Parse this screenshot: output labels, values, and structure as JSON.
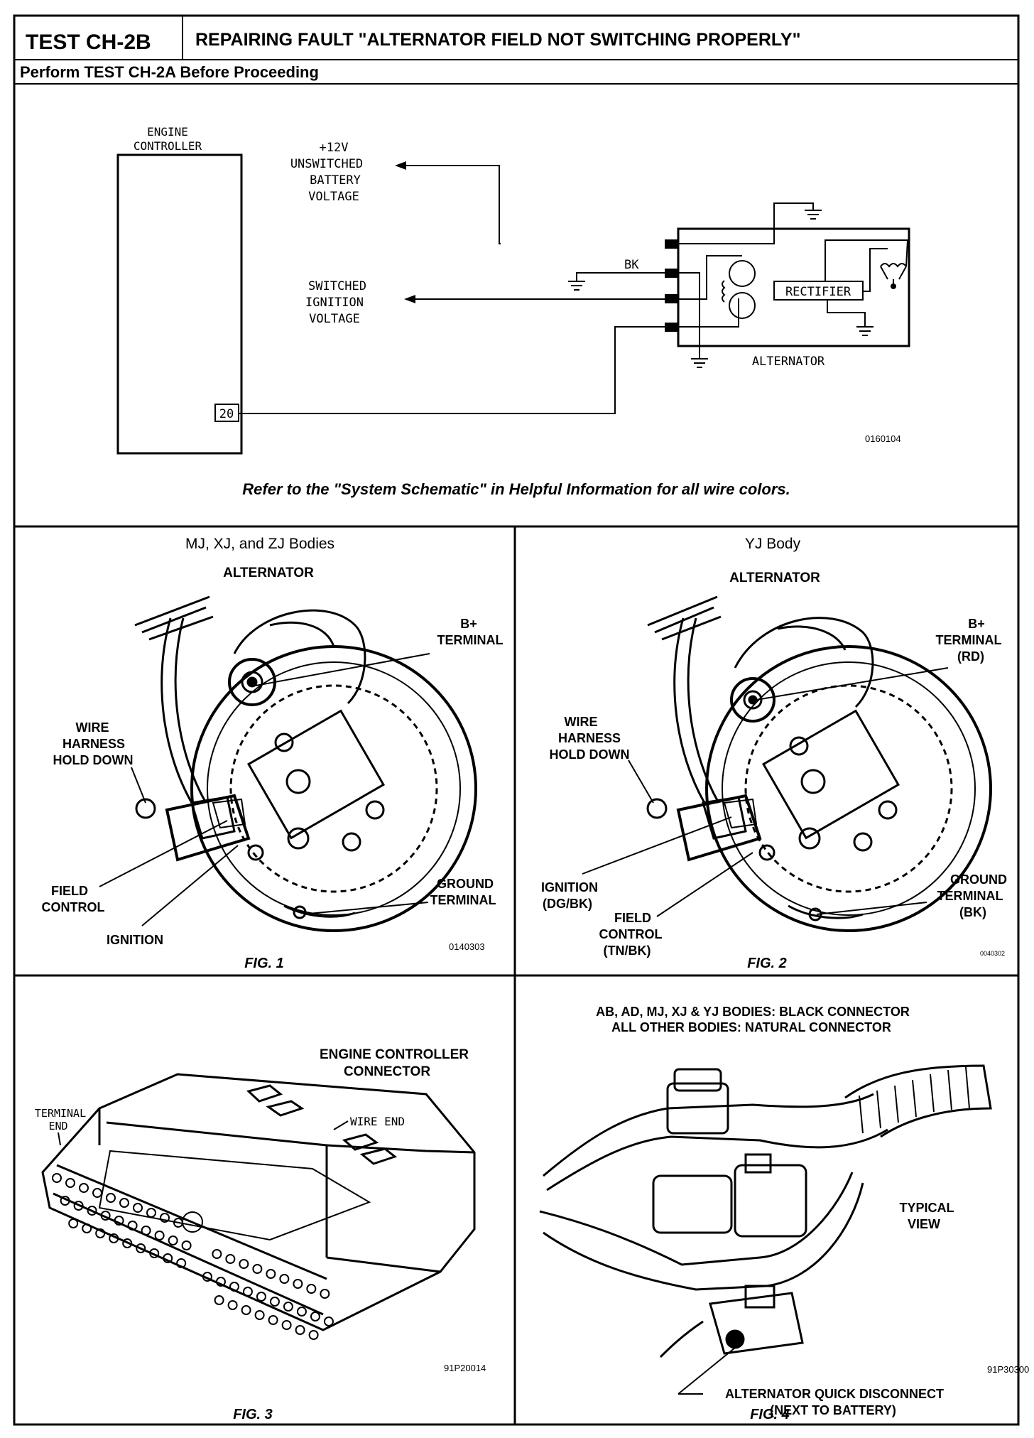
{
  "header": {
    "test_id": "TEST CH-2B",
    "title": "REPAIRING FAULT \"ALTERNATOR FIELD NOT SWITCHING PROPERLY\"",
    "subtitle": "Perform TEST CH-2A Before Proceeding"
  },
  "schematic": {
    "controller_label_1": "ENGINE",
    "controller_label_2": "CONTROLLER",
    "batt_1": "+12V",
    "batt_2": "UNSWITCHED",
    "batt_3": "BATTERY",
    "batt_4": "VOLTAGE",
    "ign_1": "SWITCHED",
    "ign_2": "IGNITION",
    "ign_3": "VOLTAGE",
    "bk": "BK",
    "rectifier": "RECTIFIER",
    "alternator": "ALTERNATOR",
    "pin": "20",
    "figure_code": "0160104",
    "note": "Refer to the \"System Schematic\" in Helpful Information for all wire colors."
  },
  "fig1": {
    "heading": "MJ, XJ, and ZJ Bodies",
    "alternator": "ALTERNATOR",
    "bplus_1": "B+",
    "bplus_2": "TERMINAL",
    "wire_1": "WIRE",
    "wire_2": "HARNESS",
    "wire_3": "HOLD DOWN",
    "field_1": "FIELD",
    "field_2": "CONTROL",
    "ignition": "IGNITION",
    "ground_1": "GROUND",
    "ground_2": "TERMINAL",
    "code": "0140303",
    "caption": "FIG. 1"
  },
  "fig2": {
    "heading": "YJ Body",
    "alternator": "ALTERNATOR",
    "bplus_1": "B+",
    "bplus_2": "TERMINAL",
    "bplus_3": "(RD)",
    "wire_1": "WIRE",
    "wire_2": "HARNESS",
    "wire_3": "HOLD DOWN",
    "ign_1": "IGNITION",
    "ign_2": "(DG/BK)",
    "field_1": "FIELD",
    "field_2": "CONTROL",
    "field_3": "(TN/BK)",
    "ground_1": "GROUND",
    "ground_2": "TERMINAL",
    "ground_3": "(BK)",
    "code": "0040302",
    "caption": "FIG. 2"
  },
  "fig3": {
    "label_1": "ENGINE CONTROLLER",
    "label_2": "CONNECTOR",
    "term_1": "TERMINAL",
    "term_2": "END",
    "wire_end": "WIRE END",
    "code": "91P20014",
    "caption": "FIG. 3"
  },
  "fig4": {
    "heading_1": "AB, AD, MJ, XJ & YJ BODIES: BLACK CONNECTOR",
    "heading_2": "ALL OTHER BODIES: NATURAL CONNECTOR",
    "typical_1": "TYPICAL",
    "typical_2": "VIEW",
    "qd_1": "ALTERNATOR QUICK DISCONNECT",
    "qd_2": "(NEXT TO BATTERY)",
    "code": "91P30300",
    "caption": "FIG. 4"
  }
}
